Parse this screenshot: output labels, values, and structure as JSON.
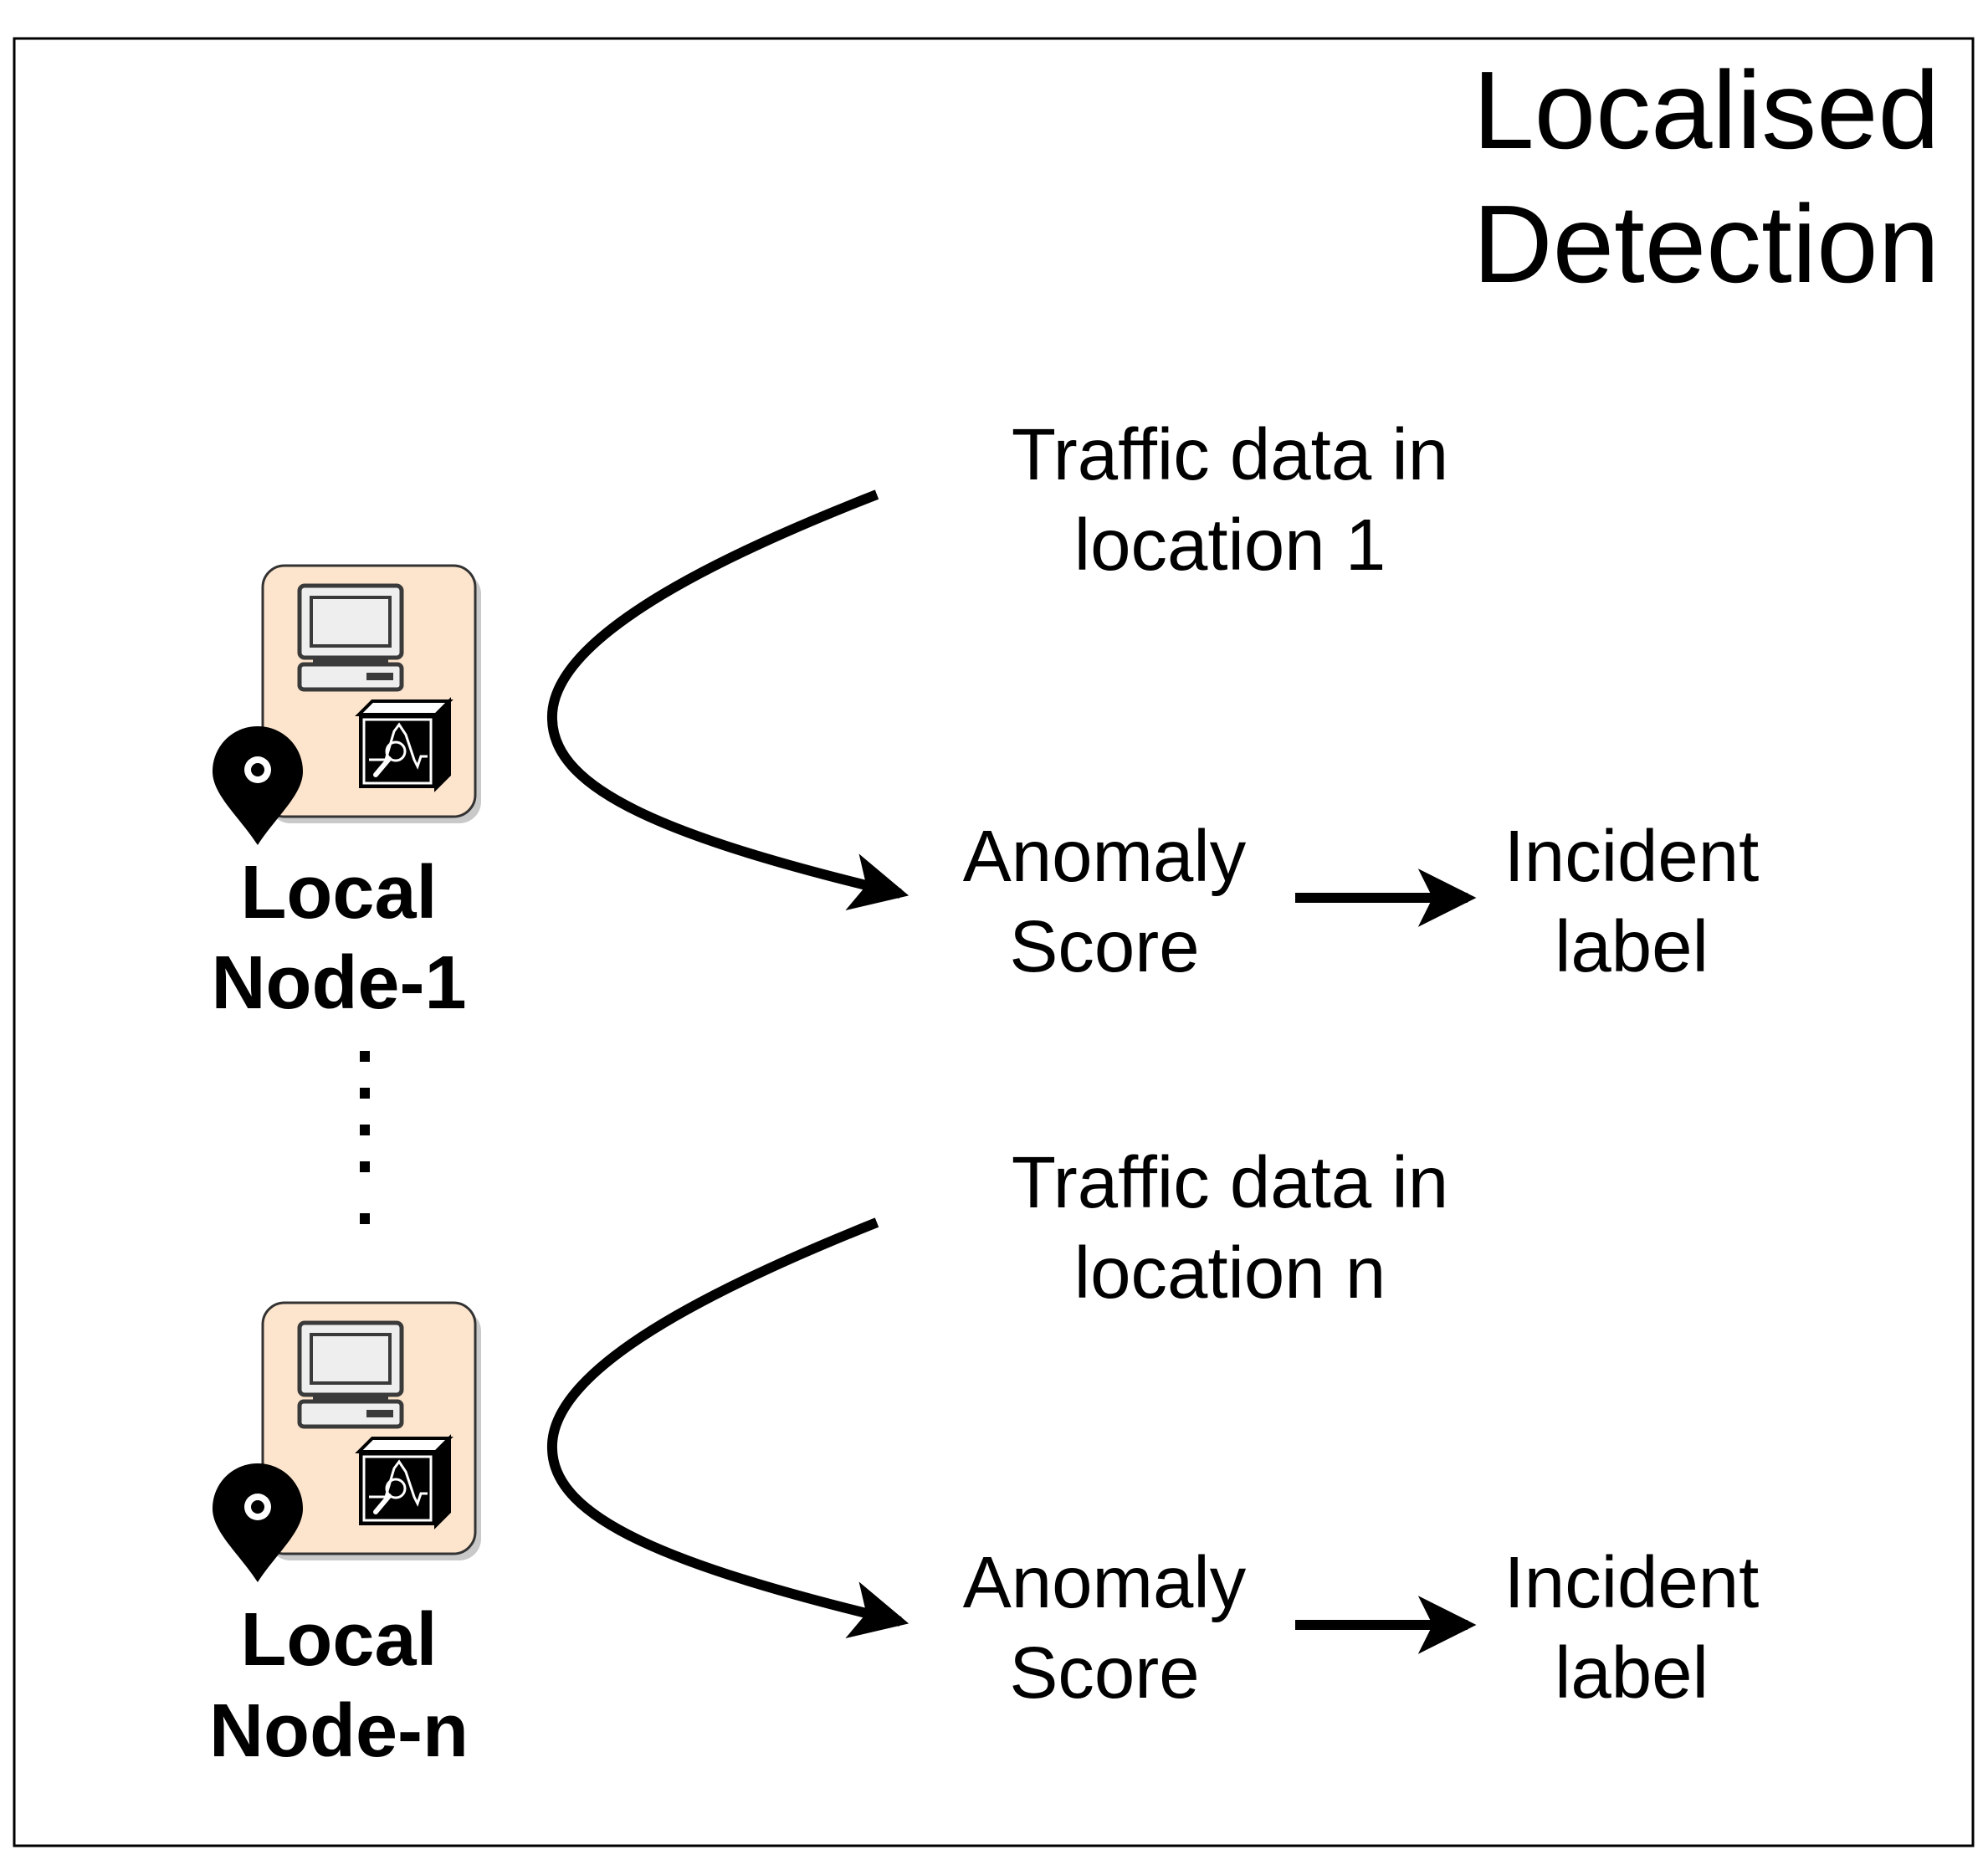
{
  "title": {
    "line1": "Localised",
    "line2": "Detection"
  },
  "nodes": [
    {
      "name_line1": "Local",
      "name_line2": "Node-1",
      "traffic_line1": "Traffic data in",
      "traffic_line2": "location 1",
      "score_line1": "Anomaly",
      "score_line2": "Score",
      "incident_line1": "Incident",
      "incident_line2": "label"
    },
    {
      "name_line1": "Local",
      "name_line2": "Node-n",
      "traffic_line1": "Traffic data in",
      "traffic_line2": "location n",
      "score_line1": "Anomaly",
      "score_line2": "Score",
      "incident_line1": "Incident",
      "incident_line2": "label"
    }
  ],
  "colors": {
    "node_fill": "#fde5cd",
    "node_stroke": "#333333",
    "monitor_fill": "#eeeeee",
    "monitor_stroke": "#3a3a3a",
    "frame": "#000000",
    "arrow": "#000000"
  },
  "icons": {
    "computer": "desktop-computer-icon",
    "analyzer": "signal-analyzer-icon",
    "location": "location-pin-icon",
    "ellipsis": "vertical-ellipsis"
  }
}
